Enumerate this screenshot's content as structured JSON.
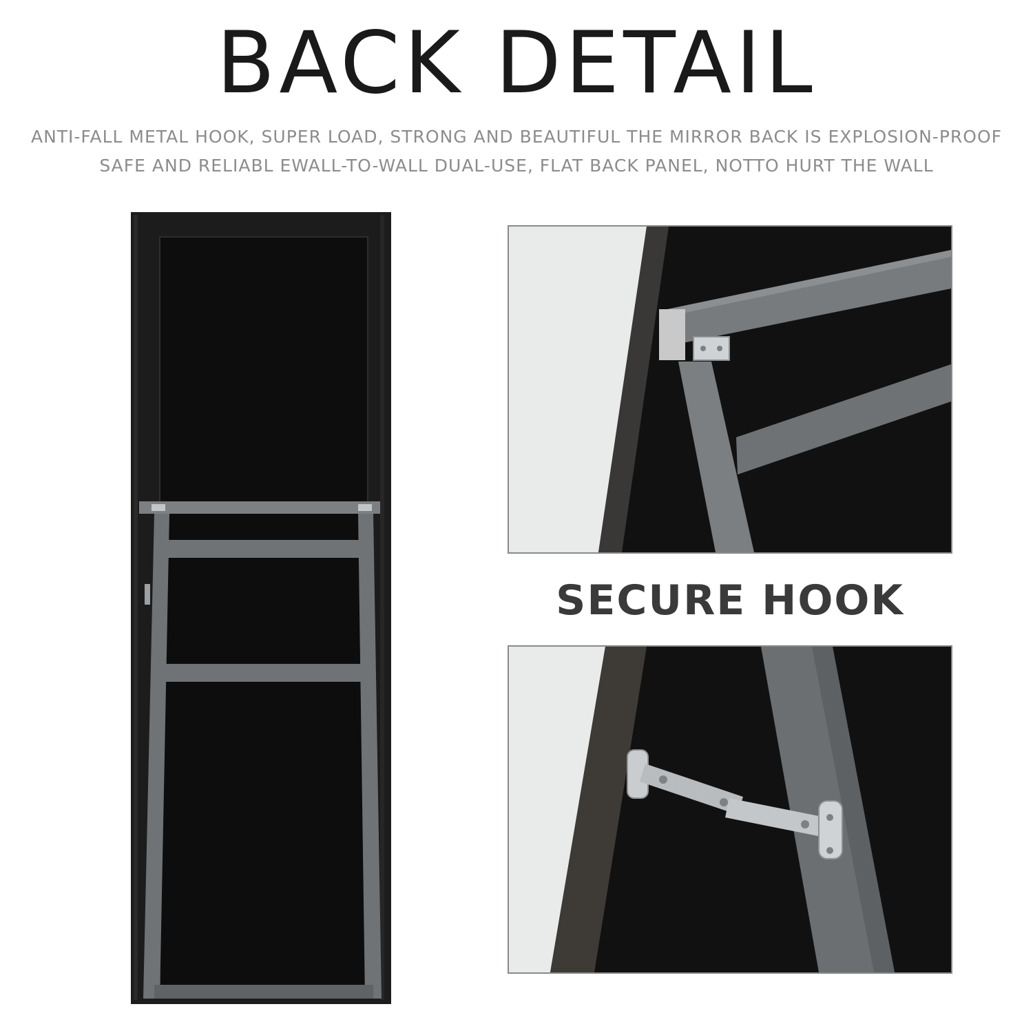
{
  "header": {
    "title": "BACK DETAIL",
    "subtitle_line1": "ANTI-FALL METAL HOOK, SUPER LOAD, STRONG AND BEAUTIFUL THE MIRROR BACK IS EXPLOSION-PROOF",
    "subtitle_line2": "SAFE AND RELIABL EWALL-TO-WALL DUAL-USE, FLAT BACK PANEL, NOTTO HURT THE WALL"
  },
  "detail": {
    "label": "SECURE HOOK"
  },
  "colors": {
    "frame_black": "#1c1c1c",
    "panel_black": "#0d0d0d",
    "stand_gray": "#6f7376",
    "hinge_metal": "#c2c6c9",
    "border_gray": "#8a8a8a"
  }
}
